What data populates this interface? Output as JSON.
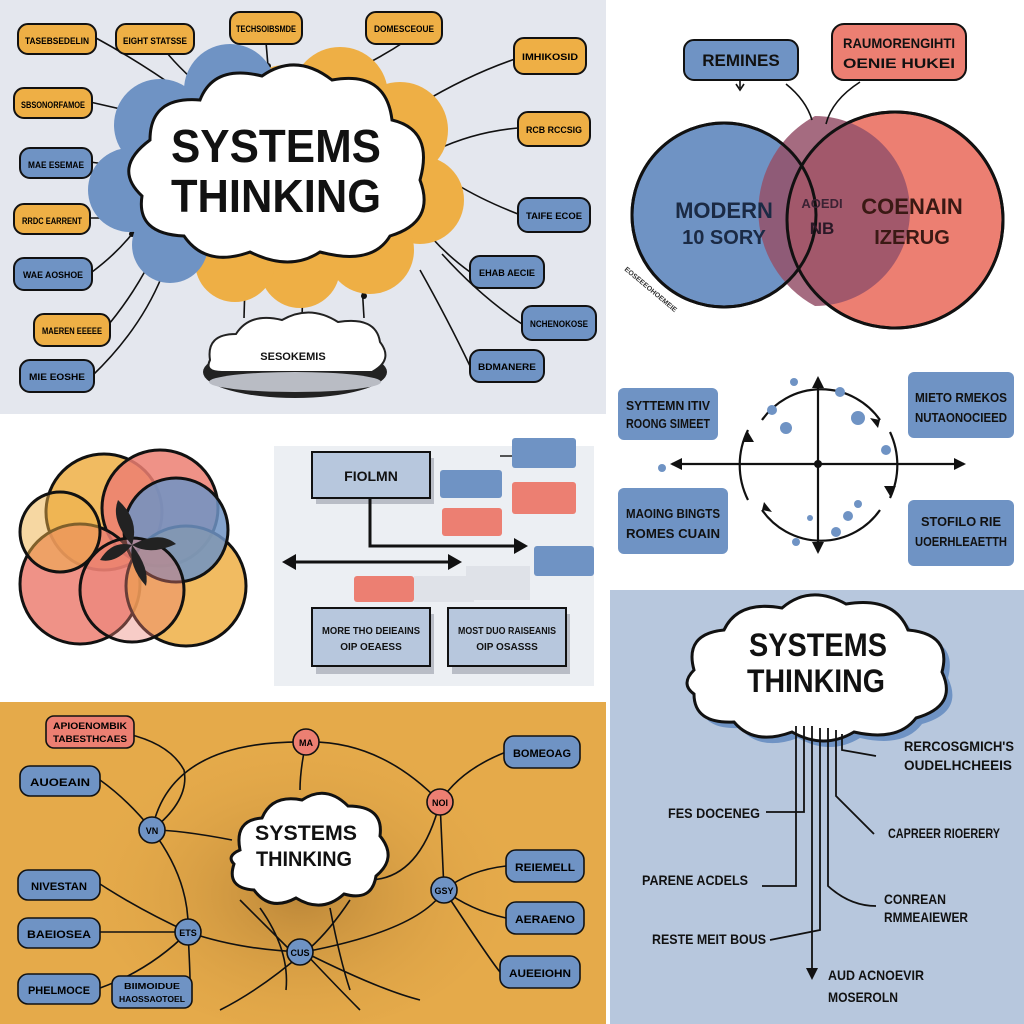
{
  "colors": {
    "blue": "#6f93c4",
    "orange": "#eeaf45",
    "salmon": "#ec7f72",
    "panel_grey": "#e4e7ee",
    "panel_blue": "#b7c7dd",
    "panel_orange": "#e5aa4a",
    "ink": "#111111"
  },
  "panel1": {
    "title_line1": "SYSTEMS",
    "title_line2": "THINKING",
    "base_cloud_label": "SESOKEMIS",
    "tags": [
      {
        "label": "TASEBSEDELIN",
        "color": "orange"
      },
      {
        "label": "EIGHT STATSSE",
        "color": "orange"
      },
      {
        "label": "TECHSOIBSMDE",
        "color": "orange"
      },
      {
        "label": "DOMESCEOUE",
        "color": "orange"
      },
      {
        "label": "IMHIKOSID",
        "color": "orange"
      },
      {
        "label": "SBSONORFAMOE",
        "color": "orange"
      },
      {
        "label": "RCB RCCSIG",
        "color": "orange"
      },
      {
        "label": "MAE ESEMAE",
        "color": "blue"
      },
      {
        "label": "TAIFE ECOE",
        "color": "blue"
      },
      {
        "label": "RRDC EARRENT",
        "color": "orange"
      },
      {
        "label": "EHAB AECIE",
        "color": "blue"
      },
      {
        "label": "WAE AOSHOE",
        "color": "blue"
      },
      {
        "label": "MAEREN EEEEE",
        "color": "orange"
      },
      {
        "label": "NCHENOKOSE",
        "color": "blue"
      },
      {
        "label": "MIE EOSHE",
        "color": "blue"
      },
      {
        "label": "BDMANERE",
        "color": "blue"
      }
    ]
  },
  "panel2": {
    "tag_left": "REMINES",
    "tag_right_line1": "RAUMORENGIHTI",
    "tag_right_line2": "OENIE HUKEI",
    "left_line1": "MODERN",
    "left_line2": "10 SORY",
    "mid_line1": "AOEDI",
    "mid_line2": "NB",
    "right_line1": "COENAIN",
    "right_line2": "IZERUG",
    "side_note": "EOSEEEOHOEMEIE"
  },
  "panel3": {},
  "panel4": {
    "top_box": "FIOLMN",
    "bottom_left_line1": "MORE THO DEIEAINS",
    "bottom_left_line2": "OIP OEAESS",
    "bottom_right_line1": "MOST DUO RAISEANIS",
    "bottom_right_line2": "OIP OSASSS"
  },
  "panel5": {
    "tl_line1": "SYTTEMN ITIV",
    "tl_line2": "ROONG SIMEET",
    "tr_line1": "MIETO RMEKOS",
    "tr_line2": "NUTAONOCIEED",
    "bl_line1": "MAOING BINGTS",
    "bl_line2": "ROMES CUAIN",
    "br_line1": "STOFILO RIE",
    "br_line2": "UOERHLEAETTH"
  },
  "panel6": {
    "title_line1": "SYSTEMS",
    "title_line2": "THINKING",
    "node_top": "MA",
    "node_right": "NOI",
    "node_left": "VN",
    "node_right_low": "GSY",
    "node_bottom_left": "ETS",
    "node_bottom": "CUS",
    "tag_top_left_line1": "APIOENOMBIK",
    "tag_top_left_line2": "TABESTHCAES",
    "tag_left1": "AUOEAIN",
    "tag_left2": "NIVESTAN",
    "tag_left3": "BAEIOSEA",
    "tag_left4": "PHELMOCE",
    "tag_bottom_line1": "BIIMOIDUE",
    "tag_bottom_line2": "HAOSSAOTOEL",
    "tag_right1": "BOMEOAG",
    "tag_right2": "REIEMELL",
    "tag_right3": "AERAENO",
    "tag_right4": "AUEEIOHN"
  },
  "panel7": {
    "title_line1": "SYSTEMS",
    "title_line2": "THINKING",
    "label1_line1": "RERCOSGMICH'S",
    "label1_line2": "OUDELHCHEEIS",
    "label2": "FES DOCENEG",
    "label3": "CAPREER RIOERERY",
    "label4": "PARENE ACDELS",
    "label5_line1": "CONREAN",
    "label5_line2": "RMMEAIEWER",
    "label6": "RESTE MEIT BOUS",
    "label7_line1": "AUD ACNOEVIR",
    "label7_line2": "MOSEROLN"
  }
}
